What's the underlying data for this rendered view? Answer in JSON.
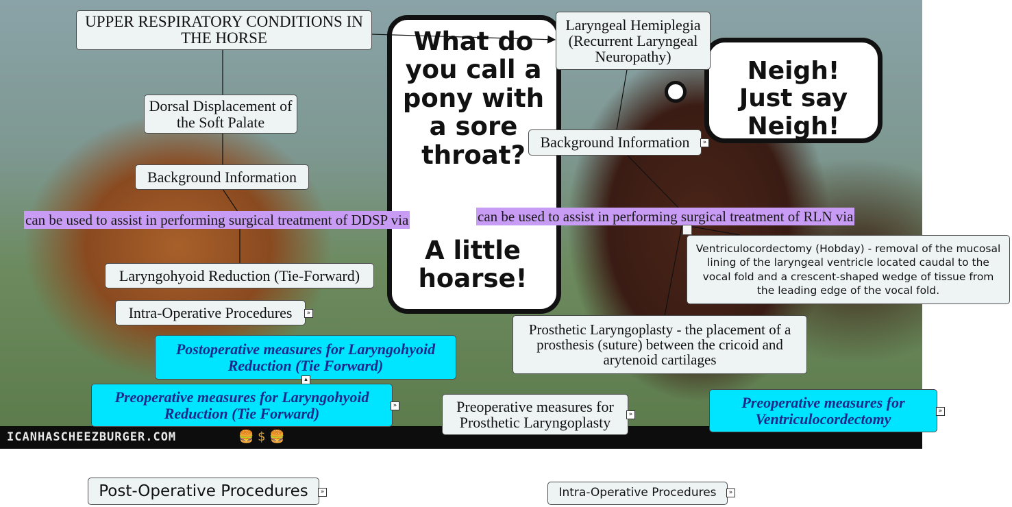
{
  "background": {
    "watermark": "ICANHASCHEEZBURGER.COM",
    "joke_question": "What do you call a pony with a sore throat?",
    "joke_answer": "A little hoarse!",
    "speech": "Neigh! Just say Neigh!"
  },
  "nodes": {
    "root": "UPPER RESPIRATORY CONDITIONS IN THE HORSE",
    "ddsp": "Dorsal Displacement of the Soft Palate",
    "ddsp_background": "Background Information",
    "ddsp_link_label": "can be used to assist in performing surgical treatment of DDSP via",
    "tie_forward": "Laryngohyoid Reduction (Tie-Forward)",
    "intra_op_left": "Intra-Operative Procedures",
    "postop_tie_forward": "Postoperative measures for Laryngohyoid Reduction (Tie Forward)",
    "preop_tie_forward": "Preoperative measures for Laryngohyoid Reduction (Tie Forward)",
    "post_op_procedures": "Post-Operative Procedures",
    "rln": "Laryngeal Hemiplegia (Recurrent Laryngeal Neuropathy)",
    "rln_background": "Background Information",
    "rln_link_label": "can be used to assist in performing surgical treatment of RLN via",
    "ventriculocordectomy": "Ventriculocordectomy (Hobday) - removal of the mucosal lining of the laryngeal ventricle located caudal to the vocal fold and a crescent-shaped wedge of tissue from the leading edge of the vocal fold.",
    "prosthetic": "Prosthetic Laryngoplasty - the placement of a prosthesis (suture) between the cricoid and arytenoid cartilages",
    "preop_prosthetic": "Preoperative measures for Prosthetic Laryngoplasty",
    "preop_ventriculo": "Preoperative measures for Ventriculocordectomy",
    "intra_op_right": "Intra-Operative Procedures"
  },
  "colors": {
    "node_fill": "#eef4f4",
    "highlight_fill": "#00e5ff",
    "highlight_text": "#1a2a8a",
    "link_label_fill": "#c89cf5"
  }
}
